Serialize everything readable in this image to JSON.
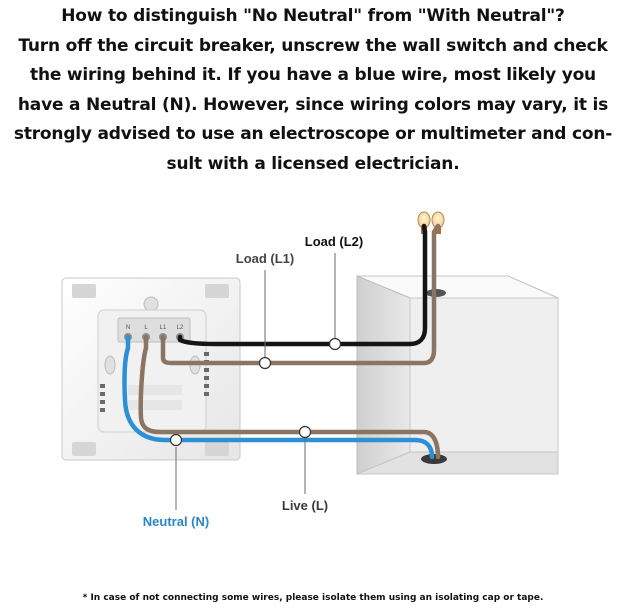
{
  "heading": {
    "lines": [
      "How to distinguish \"No Neutral\" from \"With Neutral\"?",
      "Turn off the circuit breaker, unscrew the wall switch and check",
      "the wiring behind it. If you have a blue wire, most likely you",
      "have a Neutral (N). However, since wiring colors may vary, it is",
      "strongly advised  to use an electroscope or multimeter and con-",
      "sult with a licensed electrician."
    ]
  },
  "diagram": {
    "labels": {
      "load_l2": "Load (L2)",
      "load_l1": "Load (L1)",
      "neutral": "Neutral (N)",
      "live": "Live (L)"
    },
    "terminals": [
      "N",
      "L",
      "L1",
      "L2"
    ],
    "colors": {
      "neutral_wire": "#2d8fd6",
      "brown_wire": "#8a7563",
      "black_wire": "#151515",
      "neutral_label": "#2a86c9",
      "dark_label": "#3a3a3a"
    }
  },
  "footnote": "* In case of not connecting some wires, please isolate them using an isolating cap or tape."
}
